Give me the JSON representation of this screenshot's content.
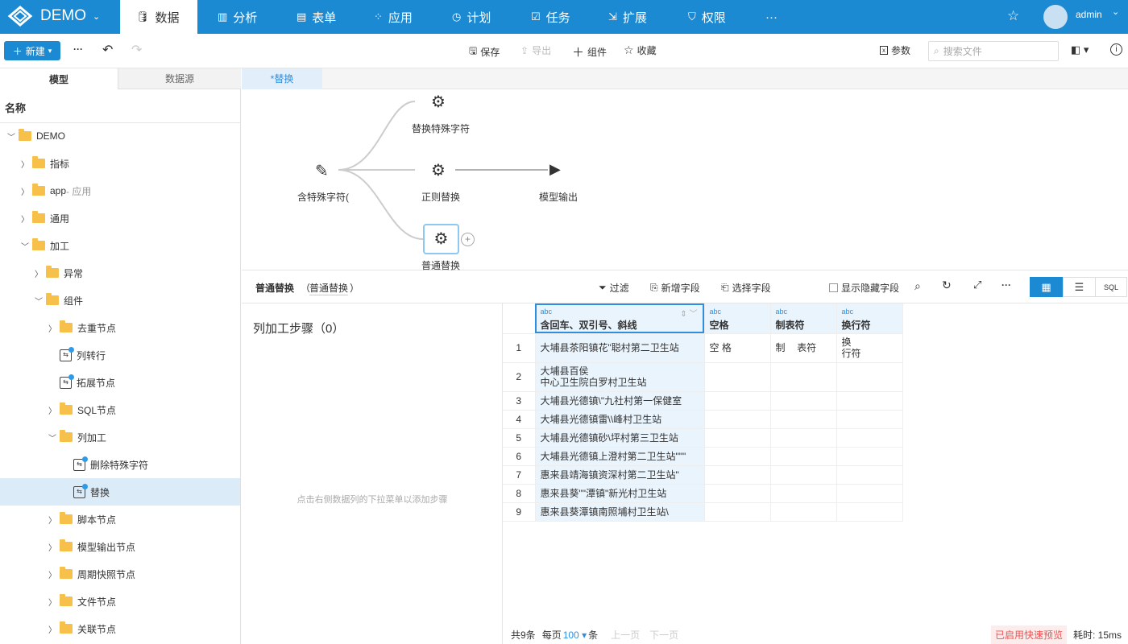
{
  "app": {
    "name": "DEMO",
    "user": "admin"
  },
  "nav": [
    {
      "label": "数据",
      "icon": "database-icon"
    },
    {
      "label": "分析",
      "icon": "chart-icon"
    },
    {
      "label": "表单",
      "icon": "form-icon"
    },
    {
      "label": "应用",
      "icon": "apps-icon"
    },
    {
      "label": "计划",
      "icon": "clock-icon"
    },
    {
      "label": "任务",
      "icon": "task-icon"
    },
    {
      "label": "扩展",
      "icon": "extend-icon"
    },
    {
      "label": "权限",
      "icon": "shield-icon"
    },
    {
      "label": "···",
      "icon": "more-icon"
    }
  ],
  "toolbar": {
    "new": "新建",
    "save": "保存",
    "export": "导出",
    "component": "组件",
    "favorite": "收藏",
    "params": "参数",
    "search_placeholder": "搜索文件"
  },
  "left": {
    "tabs": [
      "模型",
      "数据源"
    ],
    "header": "名称",
    "tree": [
      {
        "label": "DEMO",
        "level": 0,
        "type": "root",
        "open": true
      },
      {
        "label": "指标",
        "level": 1,
        "type": "folder"
      },
      {
        "label": "app",
        "suffix": " - 应用",
        "level": 1,
        "type": "folder"
      },
      {
        "label": "通用",
        "level": 1,
        "type": "folder"
      },
      {
        "label": "加工",
        "level": 1,
        "type": "folder",
        "open": true
      },
      {
        "label": "异常",
        "level": 2,
        "type": "folder"
      },
      {
        "label": "组件",
        "level": 2,
        "type": "folder",
        "open": true
      },
      {
        "label": "去重节点",
        "level": 3,
        "type": "folder"
      },
      {
        "label": "列转行",
        "level": 3,
        "type": "leaf"
      },
      {
        "label": "拓展节点",
        "level": 3,
        "type": "leaf"
      },
      {
        "label": "SQL节点",
        "level": 3,
        "type": "folder"
      },
      {
        "label": "列加工",
        "level": 3,
        "type": "folder",
        "open": true
      },
      {
        "label": "删除特殊字符",
        "level": 4,
        "type": "leaf"
      },
      {
        "label": "替换",
        "level": 4,
        "type": "leaf",
        "selected": true
      },
      {
        "label": "脚本节点",
        "level": 3,
        "type": "folder"
      },
      {
        "label": "模型输出节点",
        "level": 3,
        "type": "folder"
      },
      {
        "label": "周期快照节点",
        "level": 3,
        "type": "folder"
      },
      {
        "label": "文件节点",
        "level": 3,
        "type": "folder"
      },
      {
        "label": "关联节点",
        "level": 3,
        "type": "folder"
      }
    ]
  },
  "editor": {
    "tab": "*替换",
    "nodes": {
      "source": "含特殊字符(",
      "special": "替换特殊字符",
      "regex": "正则替换",
      "normal": "普通替换",
      "output": "模型输出"
    }
  },
  "panel": {
    "title": "普通替换",
    "subtitle": "普通替换",
    "filter": "过滤",
    "add_field": "新增字段",
    "select_field": "选择字段",
    "show_hidden": "显示隐藏字段",
    "sql": "SQL",
    "steps_title": "列加工步骤（0）",
    "steps_hint": "点击右侧数据列的下拉菜单以添加步骤"
  },
  "grid": {
    "type_label": "abc",
    "columns": [
      "含回车、双引号、斜线",
      "空格",
      "制表符",
      "换行符"
    ],
    "rows": [
      [
        "1",
        "大埔县茶阳镇花\"聪村第二卫生站",
        "空 格",
        "制\t表符",
        "换\n行符"
      ],
      [
        "2",
        "大埔县百侯\n中心卫生院白罗村卫生站",
        "",
        "",
        ""
      ],
      [
        "3",
        "大埔县光德镇\\\"九社村第一保健室",
        "",
        "",
        ""
      ],
      [
        "4",
        "大埔县光德镇雷\\\\峰村卫生站",
        "",
        "",
        ""
      ],
      [
        "5",
        "大埔县光德镇砂\\坪村第三卫生站",
        "",
        "",
        ""
      ],
      [
        "6",
        "大埔县光德镇上澄村第二卫生站\"\"\"",
        "",
        "",
        ""
      ],
      [
        "7",
        "惠来县靖海镇资深村第二卫生站\"",
        "",
        "",
        ""
      ],
      [
        "8",
        "惠来县葵\"\"潭镇\"新光村卫生站",
        "",
        "",
        ""
      ],
      [
        "9",
        "惠来县葵潭镇南照埔村卫生站\\",
        "",
        "",
        ""
      ]
    ]
  },
  "footer": {
    "total": "共9条",
    "per_page": "每页",
    "page_size": "100",
    "unit": "条",
    "prev": "上一页",
    "next": "下一页",
    "fast_preview": "已启用快速预览",
    "elapsed": "耗时: 15ms"
  },
  "colors": {
    "brand": "#1b8ad3",
    "selected_row": "#dcebf8",
    "column_highlight": "#eaf4fd",
    "fast_preview_text": "#f05050"
  }
}
